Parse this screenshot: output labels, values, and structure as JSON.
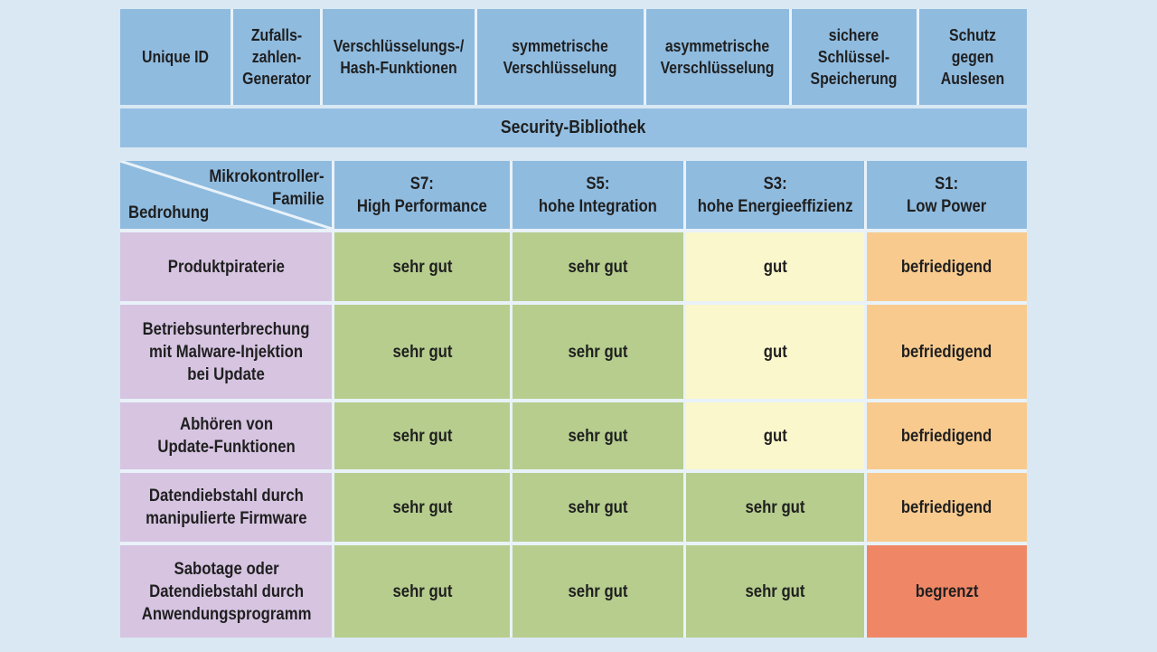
{
  "colors": {
    "page_background": "#d9e8f3",
    "header_blue": "#8fbbdf",
    "security_bar_blue": "#94bfe2",
    "threat_lavender": "#d6c4e1",
    "rating_sehr_gut_green": "#b6cd8e",
    "rating_gut_yellow": "#fbf7cc",
    "rating_befriedigend_orange": "#f8ca8e",
    "rating_begrenzt_salmon": "#ef8766",
    "divider_light": "#e9f2f9",
    "text": "#1f1f1f"
  },
  "security_features": {
    "items": [
      {
        "label": "Unique ID"
      },
      {
        "label": "Zufalls-\nzahlen-\nGenerator"
      },
      {
        "label": "Verschlüsselungs-/\nHash-Funktionen"
      },
      {
        "label": "symmetrische\nVerschlüsselung"
      },
      {
        "label": "asymmetrische\nVerschlüsselung"
      },
      {
        "label": "sichere\nSchlüssel-\nSpeicherung"
      },
      {
        "label": "Schutz\ngegen\nAuslesen"
      }
    ]
  },
  "security_library": {
    "label": "Security-Bibliothek"
  },
  "matrix": {
    "corner": {
      "top_label": "Mikrokontroller-\nFamilie",
      "bottom_label": "Bedrohung"
    },
    "columns": [
      {
        "label": "S7:\nHigh Performance"
      },
      {
        "label": "S5:\nhohe Integration"
      },
      {
        "label": "S3:\nhohe Energieeffizienz"
      },
      {
        "label": "S1:\nLow Power"
      }
    ],
    "rows": [
      {
        "threat": "Produktpiraterie",
        "ratings": [
          {
            "label": "sehr gut",
            "level": "sehr-gut"
          },
          {
            "label": "sehr gut",
            "level": "sehr-gut"
          },
          {
            "label": "gut",
            "level": "gut"
          },
          {
            "label": "befriedigend",
            "level": "befriedigend"
          }
        ]
      },
      {
        "threat": "Betriebsunterbrechung\nmit Malware-Injektion\nbei Update",
        "ratings": [
          {
            "label": "sehr gut",
            "level": "sehr-gut"
          },
          {
            "label": "sehr gut",
            "level": "sehr-gut"
          },
          {
            "label": "gut",
            "level": "gut"
          },
          {
            "label": "befriedigend",
            "level": "befriedigend"
          }
        ]
      },
      {
        "threat": "Abhören von\nUpdate-Funktionen",
        "ratings": [
          {
            "label": "sehr gut",
            "level": "sehr-gut"
          },
          {
            "label": "sehr gut",
            "level": "sehr-gut"
          },
          {
            "label": "gut",
            "level": "gut"
          },
          {
            "label": "befriedigend",
            "level": "befriedigend"
          }
        ]
      },
      {
        "threat": "Datendiebstahl durch\nmanipulierte Firmware",
        "ratings": [
          {
            "label": "sehr gut",
            "level": "sehr-gut"
          },
          {
            "label": "sehr gut",
            "level": "sehr-gut"
          },
          {
            "label": "sehr gut",
            "level": "sehr-gut"
          },
          {
            "label": "befriedigend",
            "level": "befriedigend"
          }
        ]
      },
      {
        "threat": "Sabotage oder\nDatendiebstahl durch\nAnwendungsprogramm",
        "ratings": [
          {
            "label": "sehr gut",
            "level": "sehr-gut"
          },
          {
            "label": "sehr gut",
            "level": "sehr-gut"
          },
          {
            "label": "sehr gut",
            "level": "sehr-gut"
          },
          {
            "label": "begrenzt",
            "level": "begrenzt"
          }
        ]
      }
    ]
  }
}
